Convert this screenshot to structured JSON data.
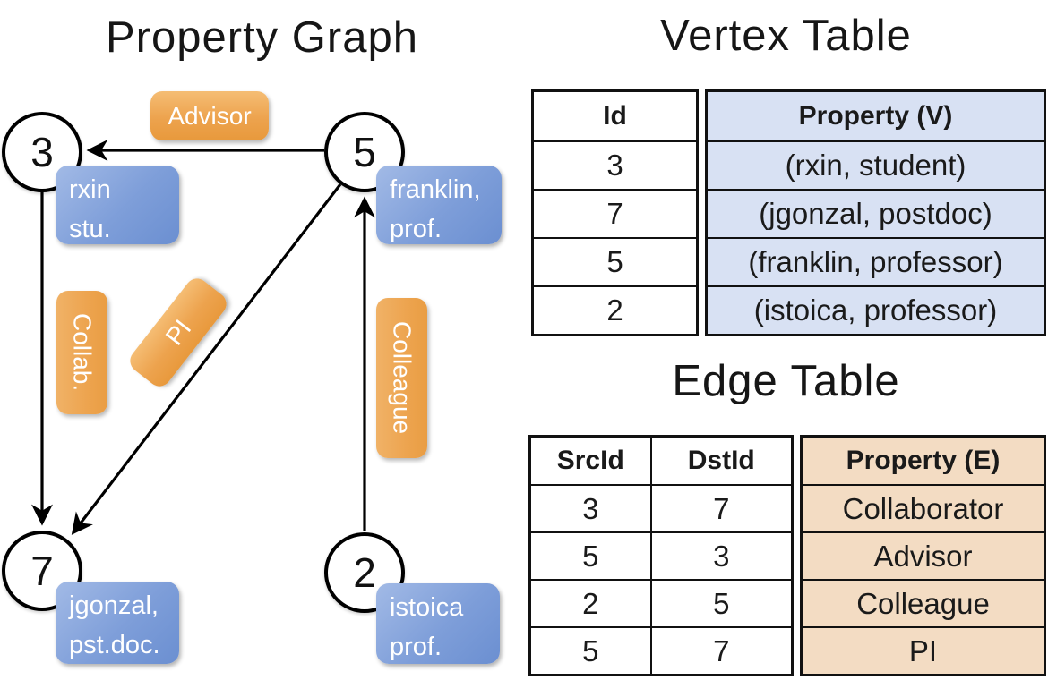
{
  "left": {
    "title": "Property Graph",
    "nodes": [
      {
        "id": "3"
      },
      {
        "id": "5"
      },
      {
        "id": "7"
      },
      {
        "id": "2"
      }
    ],
    "vertex_boxes": [
      {
        "line1": "rxin",
        "line2": "stu."
      },
      {
        "line1": "franklin,",
        "line2": "prof."
      },
      {
        "line1": "jgonzal,",
        "line2": "pst.doc."
      },
      {
        "line1": "istoica",
        "line2": "prof."
      }
    ],
    "edge_labels": {
      "advisor": "Advisor",
      "collab": "Collab.",
      "pi": "PI",
      "colleague": "Colleague"
    }
  },
  "vertex_table": {
    "title": "Vertex Table",
    "headers": {
      "id": "Id",
      "property": "Property (V)"
    },
    "rows": [
      {
        "id": "3",
        "property": "(rxin, student)"
      },
      {
        "id": "7",
        "property": "(jgonzal, postdoc)"
      },
      {
        "id": "5",
        "property": "(franklin, professor)"
      },
      {
        "id": "2",
        "property": "(istoica, professor)"
      }
    ]
  },
  "edge_table": {
    "title": "Edge Table",
    "headers": {
      "src": "SrcId",
      "dst": "DstId",
      "property": "Property (E)"
    },
    "rows": [
      {
        "src": "3",
        "dst": "7",
        "property": "Collaborator"
      },
      {
        "src": "5",
        "dst": "3",
        "property": "Advisor"
      },
      {
        "src": "2",
        "dst": "5",
        "property": "Colleague"
      },
      {
        "src": "5",
        "dst": "7",
        "property": "PI"
      }
    ]
  },
  "colors": {
    "vertex_cell_bg": "#d8e1f3",
    "edge_cell_bg": "#f3dcc3",
    "vertex_box_blue": "#7e9ed9",
    "edge_box_orange": "#eda34e",
    "line_black": "#000000"
  }
}
